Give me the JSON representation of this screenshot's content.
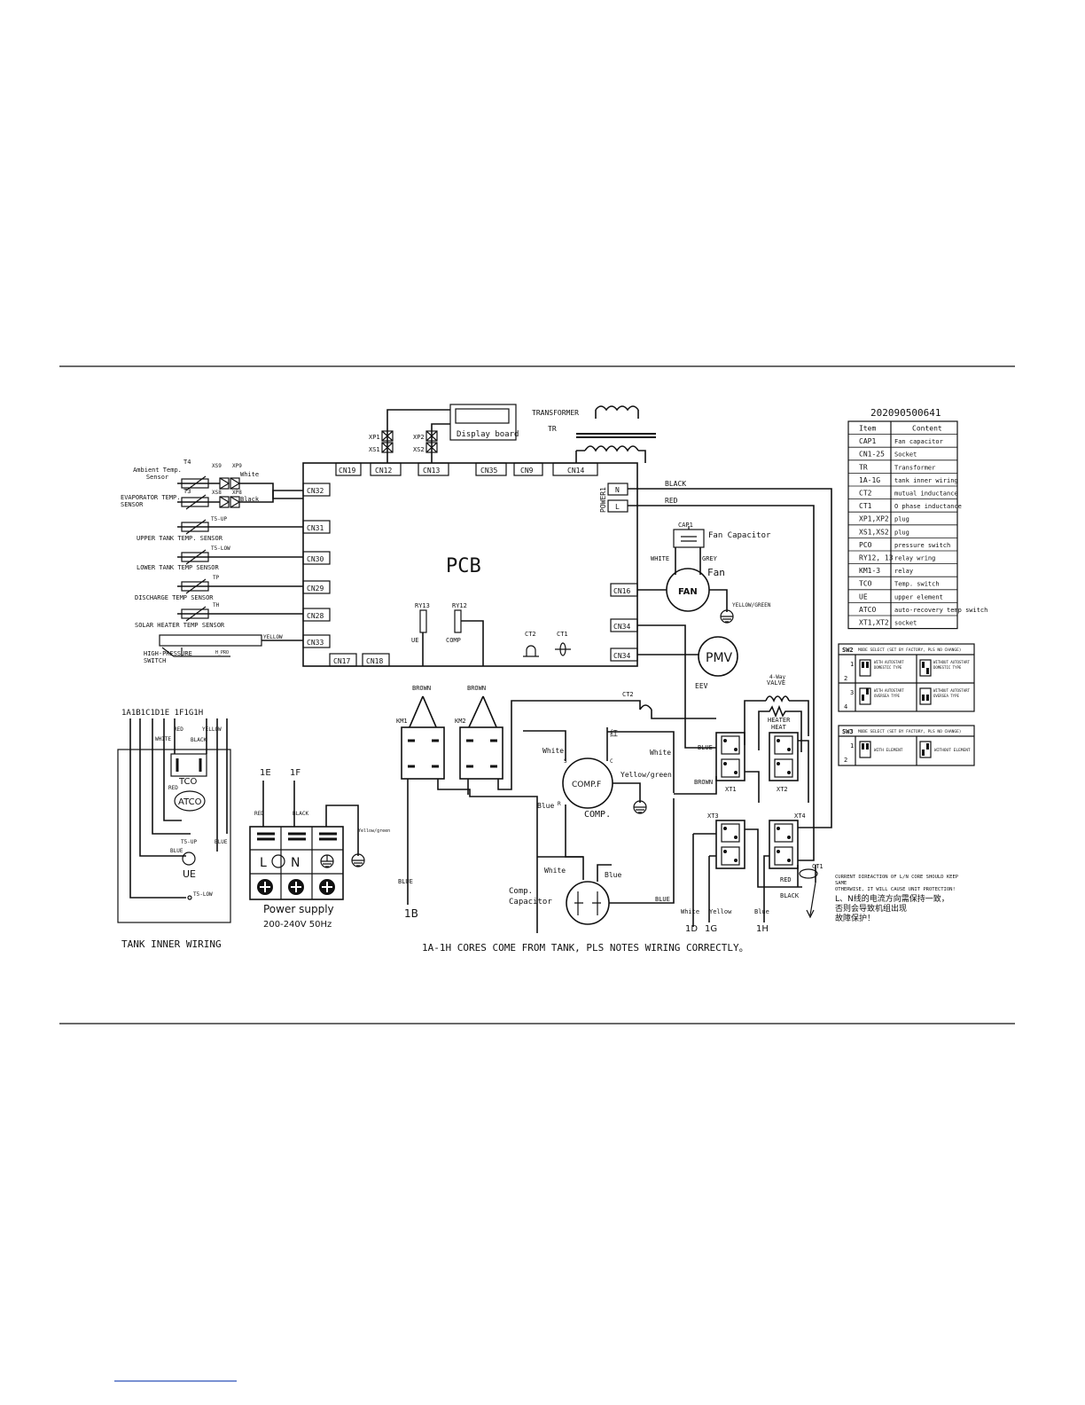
{
  "diagram": {
    "pcb_label": "PCB",
    "code": "202090500641",
    "transformer": {
      "label": "TRANSFORMER",
      "tr": "TR"
    },
    "display_board": "Display board",
    "plugs": [
      "XP1",
      "XS1",
      "XP2",
      "XS2"
    ],
    "top_connectors": [
      "CN19",
      "CN12",
      "CN13",
      "CN35",
      "CN9",
      "CN14"
    ],
    "left_connectors": [
      "CN32",
      "CN31",
      "CN30",
      "CN29",
      "CN28",
      "CN33"
    ],
    "bottom_connectors": [
      "CN17",
      "CN18"
    ],
    "right_connectors": [
      "CN16",
      "CN34",
      "CN34"
    ],
    "power": {
      "label": "POWER1",
      "n": "N",
      "l": "L",
      "black": "BLACK",
      "red": "RED"
    },
    "sensors": {
      "ambient": "Ambient Temp. Sensor",
      "evaporator": "EVAPORATOR TEMP. SENSOR",
      "upper_tank": "UPPER TANK TEMP. SENSOR",
      "lower_tank": "LOWER TANK TEMP SENSOR",
      "discharge": "DISCHARGE TEMP SENSOR",
      "solar": "SOLAR HEATER TEMP SENSOR",
      "high_pressure": "HIGH-PRESSURE SWITCH",
      "t4": "T4",
      "t3": "T3",
      "t5up": "T5-UP",
      "t5low": "T5-LOW",
      "tp": "TP",
      "th": "TH",
      "xs9": "XS9",
      "xp9": "XP9",
      "xs8": "XS8",
      "xp8": "XP8",
      "white": "White",
      "black": "Black",
      "yellow": "YELLOW",
      "hpro": "H_PRO"
    },
    "relays": {
      "ry13": "RY13",
      "ry12": "RY12",
      "ue": "UE",
      "comp": "COMP",
      "ct2": "CT2",
      "ct1": "CT1"
    },
    "fan": {
      "cap": "CAP1",
      "cap_label": "Fan Capacitor",
      "white": "WHITE",
      "grey": "GREY",
      "fan_word": "Fan",
      "fan": "FAN",
      "yg": "YELLOW/GREEN"
    },
    "pmv": {
      "label": "PMV",
      "eev": "EEV"
    },
    "contactors": {
      "km1": "KM1",
      "km2": "KM2",
      "brown1": "BROWN",
      "brown2": "BROWN",
      "blue": "BLUE",
      "one_b": "1B"
    },
    "compressor": {
      "label": "COMP.F",
      "comp": "COMP.",
      "white": "White",
      "red_cn": "红",
      "s": "S",
      "c": "C",
      "r": "R",
      "blue": "Blue",
      "yg": "Yellow/green",
      "white2": "White",
      "blue2": "Blue",
      "cap": "Comp.",
      "cap2": "Capacitor",
      "blue3": "BLUE",
      "ct2": "CT2"
    },
    "terminals": {
      "xt1": "XT1",
      "xt2": "XT2",
      "xt3": "XT3",
      "xt4": "XT4",
      "blue": "BLUE",
      "brown": "BROWN",
      "white": "White",
      "valve": "4-Way",
      "valve2": "VALVE",
      "heater": "HEATER",
      "heat": "HEAT",
      "red": "RED",
      "black": "BLACK",
      "ct1": "CT1",
      "white_b": "White",
      "yellow_b": "Yellow",
      "blue_b": "Blue",
      "d1": "1D",
      "g1": "1G",
      "h1": "1H"
    },
    "warning": {
      "en1": "CURRENT DIREACTION OF L/N CORE SHOULD KEEP",
      "en2": "SAME",
      "en3": "OTHERWISE, IT WILL CAUSE UNIT PROTECTION!",
      "cn1": "L、N线的电流方向需保持一致，",
      "cn2": "否则会导致机组出现",
      "cn3": "故障保护！"
    },
    "tank": {
      "cores": "1A1B1C1D1E 1F1G1H",
      "white": "WHITE",
      "red": "RED",
      "black": "BLACK",
      "yellow": "YELLOW",
      "red2": "RED",
      "tco": "TCO",
      "atco": "ATCO",
      "t5up": "T5-UP",
      "blue": "BLUE",
      "blue2": "BLUE",
      "ue": "UE",
      "t5low": "T5-LOW",
      "title": "TANK INNER WIRING"
    },
    "power_supply": {
      "e1": "1E",
      "f1": "1F",
      "red": "RED",
      "black": "BLACK",
      "yg": "Yellow/green",
      "l": "L",
      "n": "N",
      "title": "Power supply",
      "spec": "200-240V  50Hz"
    },
    "footer_note": "1A-1H CORES COME FROM TANK, PLS NOTES WIRING CORRECTLY。"
  },
  "legend_table": {
    "header": [
      "Item",
      "Content"
    ],
    "rows": [
      [
        "CAP1",
        "Fan capacitor"
      ],
      [
        "CN1-25",
        "Socket"
      ],
      [
        "TR",
        "Transformer"
      ],
      [
        "1A-1G",
        "tank inner wiring"
      ],
      [
        "CT2",
        "mutual inductance"
      ],
      [
        "CT1",
        "O phase inductance"
      ],
      [
        "XP1,XP2",
        "plug"
      ],
      [
        "XS1,XS2",
        "plug"
      ],
      [
        "PCO",
        "pressure switch"
      ],
      [
        "RY12, 13",
        "relay wring"
      ],
      [
        "KM1-3",
        "relay"
      ],
      [
        "TCO",
        "Temp. switch"
      ],
      [
        "UE",
        "upper element"
      ],
      [
        "ATCO",
        "auto-recovery temp switch"
      ],
      [
        "XT1,XT2",
        "socket"
      ]
    ]
  },
  "sw2": {
    "title": "SW2",
    "desc": "MODE SELECT (SET BY FACTORY, PLS NO CHANGE)",
    "rows": [
      [
        "1",
        "2"
      ],
      [
        "3",
        "4"
      ]
    ],
    "options": [
      "WITH AUTOSTART DOMESTIC TYPE",
      "WITHOUT AUTOSTART DOMESTIC TYPE",
      "WITH AUTOSTART OVERSEA TYPE",
      "WITHOUT AUTOSTART OVERSEA TYPE"
    ]
  },
  "sw3": {
    "title": "SW3",
    "desc": "MODE SELECT (SET BY FACTORY, PLS NO CHANGE)",
    "rows": [
      "1",
      "2"
    ],
    "options": [
      "WITH ELEMENT",
      "WITHOUT ELEMENT"
    ]
  }
}
